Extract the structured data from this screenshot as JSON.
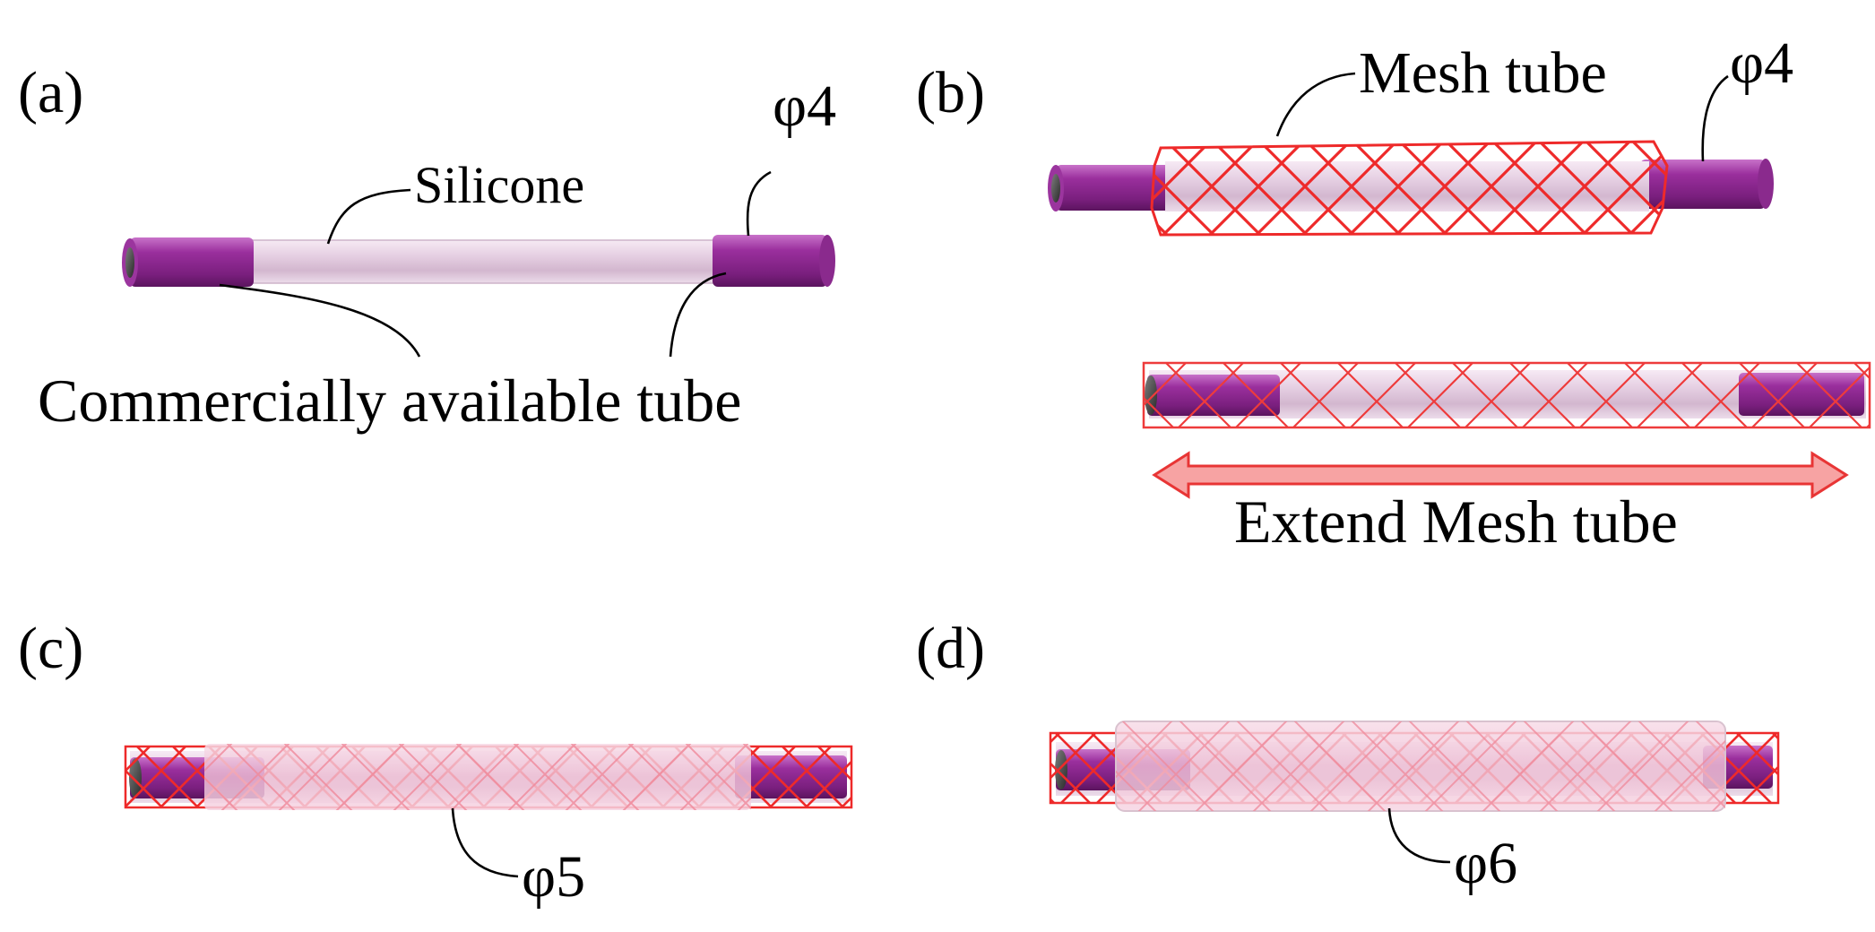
{
  "panels": {
    "a": {
      "label": "(a)",
      "silicone": "Silicone",
      "diameter": "φ4",
      "commercial": "Commercially available tube"
    },
    "b": {
      "label": "(b)",
      "mesh_tube": "Mesh tube",
      "diameter": "φ4",
      "extend": "Extend Mesh tube"
    },
    "c": {
      "label": "(c)",
      "diameter": "φ5"
    },
    "d": {
      "label": "(d)",
      "diameter": "φ6"
    }
  },
  "colors": {
    "tube_purple": "#8e2a91",
    "tube_purple_light": "#b04db3",
    "silicone_pink": "#efd9ec",
    "mesh_red": "#ee2a2a",
    "arrow_fill": "#f7a3a3",
    "arrow_stroke": "#e83535",
    "outer_pink": "#f3c6da"
  }
}
